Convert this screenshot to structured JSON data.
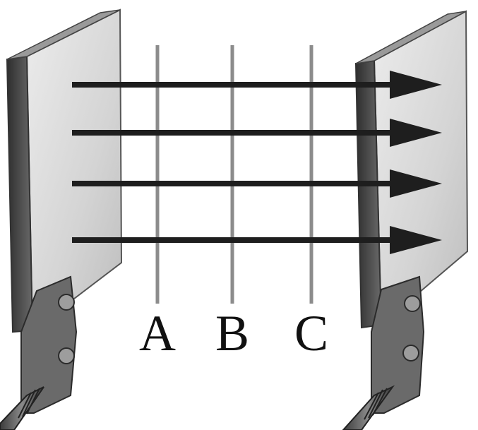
{
  "figure": {
    "lines": [
      {
        "id": "A",
        "label": "A"
      },
      {
        "id": "B",
        "label": "B"
      },
      {
        "id": "C",
        "label": "C"
      }
    ],
    "field_arrow_count": 4,
    "colors": {
      "arrow": "#1e1e1e",
      "line": "#8c8c8c",
      "plate_face": "#dcdcdc",
      "plate_edge": "#4a4a4a",
      "background": "#ffffff"
    }
  }
}
